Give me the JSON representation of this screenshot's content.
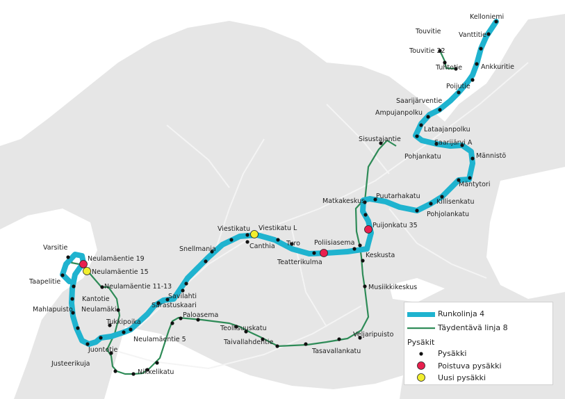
{
  "colors": {
    "background": "#e6e6e6",
    "water": "#ffffff",
    "route4": "#1fb3cf",
    "route8": "#2e8b57",
    "stop": "#111111",
    "removed_stop": "#e8204e",
    "new_stop": "#f1ee2e"
  },
  "legend": {
    "route4": "Runkolinja 4",
    "route8": "Täydentävä linja 8",
    "stops_title": "Pysäkit",
    "stop": "Pysäkki",
    "removed_stop": "Poistuva pysäkki",
    "new_stop": "Uusi pysäkki"
  },
  "labels": {
    "kelloniemi": "Kelloniemi",
    "touvitie": "Touvitie",
    "vanttitie": "Vanttitie",
    "touvitie22": "Touvitie 22",
    "ankkuritie": "Ankkuritie",
    "tuhtotie": "Tuhtotie",
    "poijutie": "Poijutie",
    "saarijarventie": "Saarijärventie",
    "ampujanpolku": "Ampujanpolku",
    "lataajanpolku": "Lataajanpolku",
    "sisustajantie": "Sisustajantie",
    "saarijarvi_a": "Saarijärvi A",
    "pohjankatu": "Pohjankatu",
    "mannisto": "Männistö",
    "mantytori": "Mäntytori",
    "puutarhakatu": "Puutarhakatu",
    "killisenkatu": "Killisenkatu",
    "matkakeskus": "Matkakeskus",
    "pohjolankatu": "Pohjolankatu",
    "puijonkatu35": "Puijonkatu 35",
    "viestikatu": "Viestikatu",
    "viestikatu_l": "Viestikatu L",
    "canthia": "Canthia",
    "turo": "Turo",
    "poliisiasema": "Poliisiasema",
    "snellmania": "Snellmania",
    "keskusta": "Keskusta",
    "teatterikulma": "Teatterikulma",
    "varsitie": "Varsitie",
    "neulamaentie19": "Neulamäentie 19",
    "neulamaentie15": "Neulamäentie 15",
    "taapelitie": "Taapelitie",
    "neulamaentie1113": "Neulamäentie 11-13",
    "musiikkikeskus": "Musiikkikeskus",
    "savilahti": "Savilahti",
    "kantotie": "Kantotie",
    "sarastuskaari": "Sarastuskaari",
    "mahlapuisto": "Mahlapuisto",
    "neulamaki": "Neulamäki",
    "paloasema": "Paloasema",
    "tukkipoika": "Tukkipoika",
    "teollisuuskatu": "Teollisuuskatu",
    "veljaripuisto": "Veljaripuisto",
    "neulamaentie5": "Neulamäentie 5",
    "taivallahdentie": "Taivallahdentie",
    "juontotie": "Juontotie",
    "tasavallankatu": "Tasavallankatu",
    "justeerikuja": "Justeerikuja",
    "nikkelikatu": "Nikkelikatu"
  }
}
